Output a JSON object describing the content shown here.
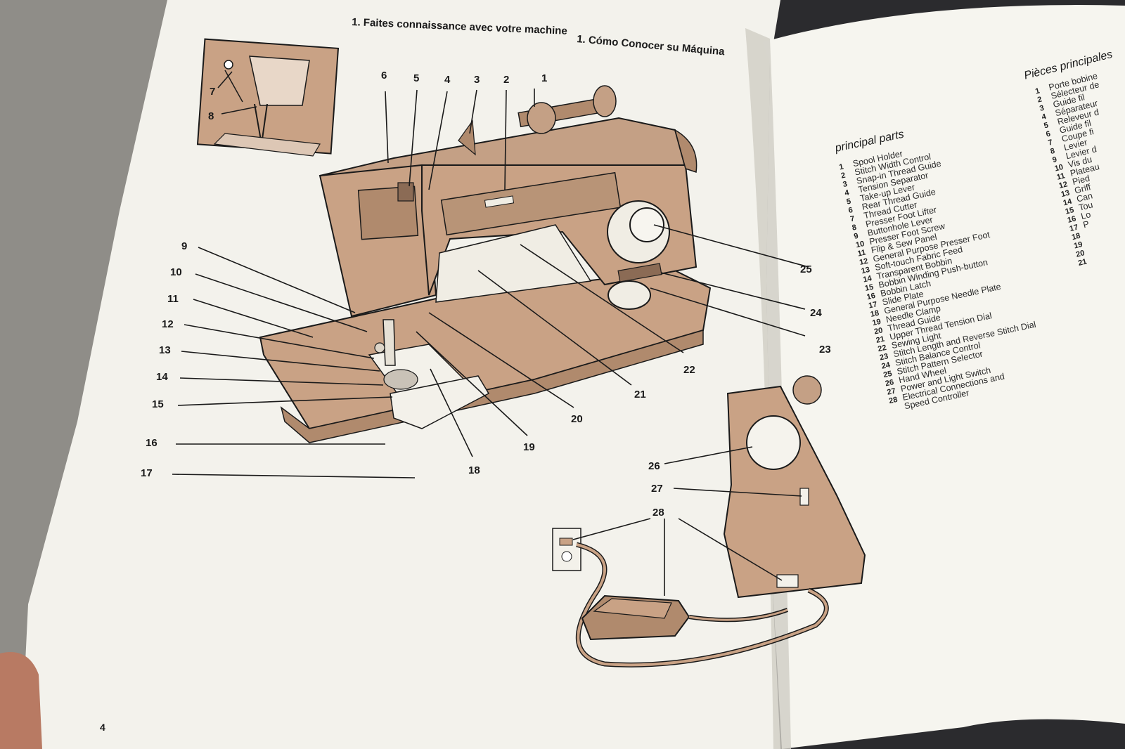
{
  "page": {
    "left": {
      "heading_fr": "1. Faites connaissance avec votre machine",
      "heading_es": "1. Cómo Conocer su Máquina",
      "page_number": "4",
      "callouts": [
        "1",
        "2",
        "3",
        "4",
        "5",
        "6",
        "7",
        "8",
        "9",
        "10",
        "11",
        "12",
        "13",
        "14",
        "15",
        "16",
        "17",
        "18",
        "19",
        "20",
        "21",
        "22",
        "23",
        "24",
        "25",
        "26",
        "27",
        "28"
      ]
    },
    "right": {
      "heading_en": "principal parts",
      "heading_fr": "Pièces principales",
      "parts": [
        {
          "n": "1",
          "label": "Spool Holder"
        },
        {
          "n": "2",
          "label": "Stitch Width Control"
        },
        {
          "n": "3",
          "label": "Snap-in Thread Guide"
        },
        {
          "n": "4",
          "label": "Tension Separator"
        },
        {
          "n": "5",
          "label": "Take-up Lever"
        },
        {
          "n": "6",
          "label": "Rear Thread Guide"
        },
        {
          "n": "7",
          "label": "Thread Cutter"
        },
        {
          "n": "8",
          "label": "Presser Foot Lifter"
        },
        {
          "n": "9",
          "label": "Buttonhole Lever"
        },
        {
          "n": "10",
          "label": "Presser Foot Screw"
        },
        {
          "n": "11",
          "label": "Flip & Sew Panel"
        },
        {
          "n": "12",
          "label": "General Purpose Presser Foot"
        },
        {
          "n": "13",
          "label": "Soft-touch Fabric Feed"
        },
        {
          "n": "14",
          "label": "Transparent Bobbin"
        },
        {
          "n": "15",
          "label": "Bobbin Winding Push-button"
        },
        {
          "n": "16",
          "label": "Bobbin Latch"
        },
        {
          "n": "17",
          "label": "Slide Plate"
        },
        {
          "n": "18",
          "label": "General Purpose Needle Plate"
        },
        {
          "n": "19",
          "label": "Needle Clamp"
        },
        {
          "n": "20",
          "label": "Thread Guide"
        },
        {
          "n": "21",
          "label": "Upper Thread Tension Dial"
        },
        {
          "n": "22",
          "label": "Sewing Light"
        },
        {
          "n": "23",
          "label": "Stitch Length and Reverse Stitch Dial"
        },
        {
          "n": "24",
          "label": "Stitch Balance Control"
        },
        {
          "n": "25",
          "label": "Stitch Pattern Selector"
        },
        {
          "n": "26",
          "label": "Hand Wheel"
        },
        {
          "n": "27",
          "label": "Power and Light Switch"
        },
        {
          "n": "28",
          "label": "Electrical Connections and"
        },
        {
          "n": "",
          "label": "Speed Controller"
        }
      ],
      "parts_fr_partial": [
        {
          "n": "1",
          "label": "Porte bobine"
        },
        {
          "n": "2",
          "label": "Sélecteur de"
        },
        {
          "n": "3",
          "label": "Guide fil"
        },
        {
          "n": "4",
          "label": "Séparateur"
        },
        {
          "n": "5",
          "label": "Releveur d"
        },
        {
          "n": "6",
          "label": "Guide fil"
        },
        {
          "n": "7",
          "label": "Coupe fi"
        },
        {
          "n": "8",
          "label": "Levier"
        },
        {
          "n": "9",
          "label": "Levier d"
        },
        {
          "n": "10",
          "label": "Vis du"
        },
        {
          "n": "11",
          "label": "Plateau"
        },
        {
          "n": "12",
          "label": "Pied"
        },
        {
          "n": "13",
          "label": "Griff"
        },
        {
          "n": "14",
          "label": "Can"
        },
        {
          "n": "15",
          "label": "Tou"
        },
        {
          "n": "16",
          "label": "Lo"
        },
        {
          "n": "17",
          "label": "P"
        },
        {
          "n": "18",
          "label": ""
        },
        {
          "n": "19",
          "label": ""
        },
        {
          "n": "20",
          "label": ""
        },
        {
          "n": "21",
          "label": ""
        }
      ]
    }
  },
  "colors": {
    "paper": "#f2f1ea",
    "machine": "#c9a285",
    "machine_dark": "#b08a6d",
    "ink": "#1a1a1a",
    "background": "#2a2a2c"
  }
}
